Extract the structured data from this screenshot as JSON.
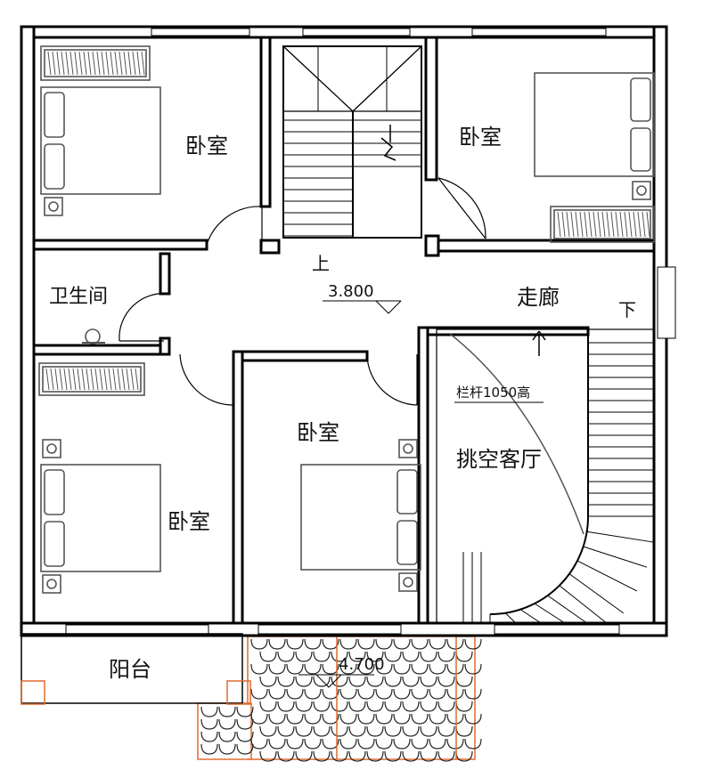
{
  "rooms": {
    "bedroom_top_left": "卧室",
    "bedroom_top_right": "卧室",
    "bedroom_mid": "卧室",
    "bedroom_bottom_left": "卧室",
    "bathroom": "卫生间",
    "corridor": "走廊",
    "open_living": "挑空客厅",
    "balcony": "阳台"
  },
  "annotations": {
    "stair_up": "上",
    "stair_down": "下",
    "floor_level": "3.800",
    "railing": "栏杆1050高",
    "roof_level": "4.700"
  },
  "colors": {
    "wall": "#000000",
    "furniture": "#555555",
    "roof_tile": "#222222",
    "roof_edge": "#e06a2c"
  }
}
